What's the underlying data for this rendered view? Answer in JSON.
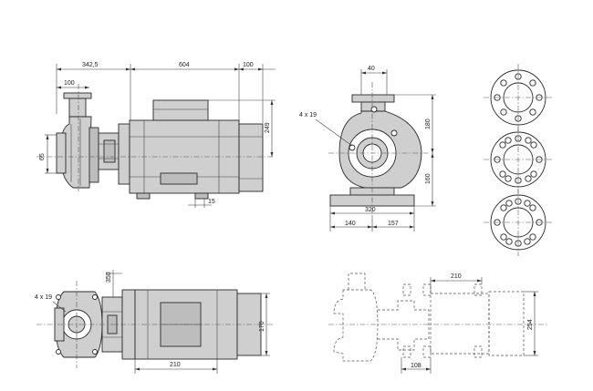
{
  "dimensions": {
    "front_top": [
      "342,5",
      "604",
      "100"
    ],
    "front_flange": "100",
    "front_motor_height": "249",
    "front_inlet_dia": "65",
    "front_foot": "15",
    "side_top": "40",
    "side_bolts": "4 x 19",
    "side_upper": "180",
    "side_lower": "160",
    "side_foot_total": "320",
    "side_foot_left": "140",
    "side_foot_right": "157",
    "bottom_flange": "350",
    "bottom_bolts": "4 x 19",
    "bottom_width": "170",
    "bottom_length": "210",
    "plan_top": "210",
    "plan_height": "254",
    "plan_foot": "108"
  }
}
